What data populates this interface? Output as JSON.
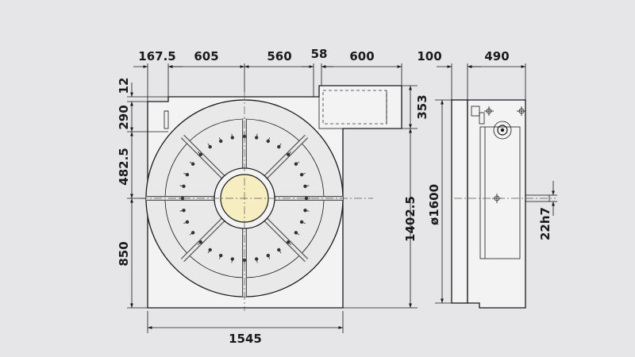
{
  "title": "",
  "dimensions": {
    "top_167": "167.5",
    "top_605": "605",
    "top_560": "560",
    "top_58": "58",
    "top_600": "600",
    "side_100": "100",
    "side_490": "490",
    "left_12": "12",
    "left_290": "290",
    "left_482": "482.5",
    "left_850": "850",
    "right_353": "353",
    "right_1402": "1402.5",
    "bottom_1545": "1545",
    "diameter_1600": "ø1600",
    "shaft_22h7": "22h7"
  },
  "colors": {
    "background": "#e6e6e8",
    "bore": "#f6eec0",
    "line": "#1a1a1a"
  }
}
